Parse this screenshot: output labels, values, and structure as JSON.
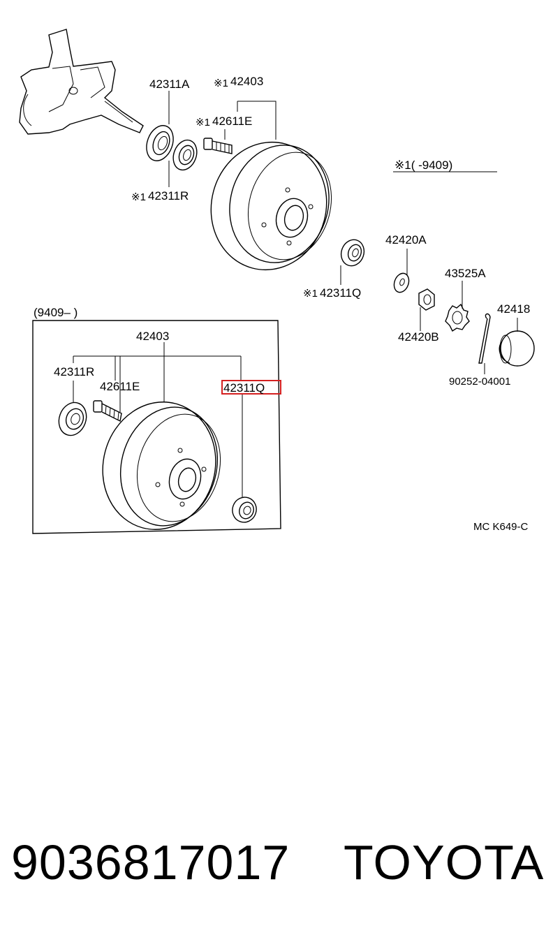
{
  "labels": {
    "l42311A": "42311A",
    "l42403_top": "42403",
    "l42611E_top": "42611E",
    "l42311R_top": "42311R",
    "l42311Q_top": "42311Q",
    "l42420A": "42420A",
    "l43525A": "43525A",
    "l42418": "42418",
    "l42420B": "42420B",
    "l90252": "90252-04001",
    "l42403_box": "42403",
    "l42311R_box": "42311R",
    "l42611E_box": "42611E",
    "l42311Q_box": "42311Q",
    "range_top": "※1(        -9409)",
    "range_box": "(9409–        )",
    "ref_code": "MC K649-C",
    "mark": "※1"
  },
  "highlight_color": "#d42020",
  "footer": {
    "part_number": "9036817017",
    "brand": "TOYOTA"
  }
}
